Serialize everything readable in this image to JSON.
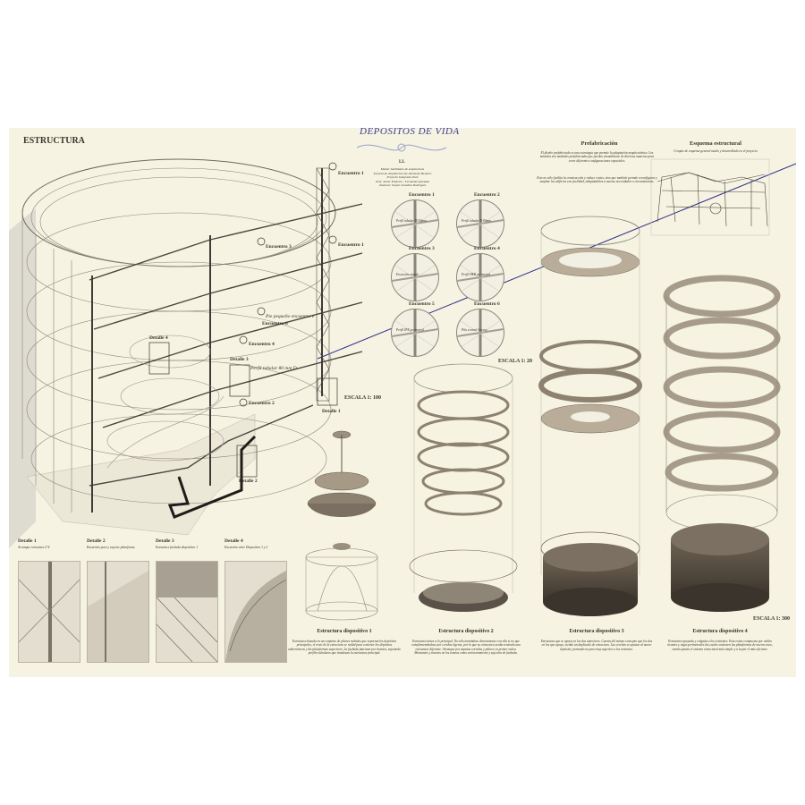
{
  "header": {
    "section_title": "ESTRUCTURA",
    "project_title": "DEPÓSITOS DE VIDA",
    "team_code": "LL",
    "credits": [
      "Máster habilitante de arquitectura",
      "Escuela de Arquitectura de Alcalá de Henares",
      "Proyecto Integrado 2024",
      "Prof. Javier Pinheiro - Fernando Quesada",
      "Alumnos: Sergio González Rodríguez"
    ]
  },
  "section_labels": {
    "detalle_4": "Detalle 4",
    "detalle_3": "Detalle 3",
    "detalle_2": "Detalle 2",
    "detalle_1": "Detalle 1",
    "encuentro_1": "Encuentro 1",
    "encuentro_2": "Encuentro 2",
    "encuentro_3": "Encuentro 3",
    "encuentro_4": "Encuentro 4",
    "encuentro_5": "Encuentro 5",
    "encuentro_6": "Encuentro 6",
    "perfil_tubular": "Perfil tubular 80 mm D",
    "pie_note": "Pie pequeño encuentro e",
    "escala_section": "ESCALA  1: 100"
  },
  "encuentros": [
    {
      "title": "Encuentro 1",
      "note": "Perfil tubular D150mm"
    },
    {
      "title": "Encuentro 2",
      "note": "Perfil tubular D 80mm"
    },
    {
      "title": "Encuentro 3",
      "note": "Encuentro simple"
    },
    {
      "title": "Encuentro 4",
      "note": "Perfil HEB perimetral"
    },
    {
      "title": "Encuentro 5",
      "note": "Perfil IPE perimetral"
    },
    {
      "title": "Encuentro 6",
      "note": "Pila central-Anexos"
    }
  ],
  "escala_encuentros": "ESCALA  1: 20",
  "prefabricacion": {
    "title": "Prefabricación",
    "text1": "El diseño prefabricado es una estrategia que permite la adaptación arquitectónica. Los módulos son unidades prefabricadas que pueden ensamblarse de diversas maneras para crear diferentes configuraciones espaciales.",
    "text2": "Esto no sólo facilita la construcción y reduce costes, sino que también permite reconfigurar y ampliar los edificios con facilidad, adaptándolos a nuevas necesidades o circunstancias."
  },
  "esquema": {
    "title": "Esquema estructural",
    "text": "Croquis de esquema general usado y desarrollado en el proyecto"
  },
  "details": [
    {
      "title": "Detalle 1",
      "caption": "Arranque estructura 2\"4"
    },
    {
      "title": "Detalle 2",
      "caption": "Encuentro pozo y soporte plataforma"
    },
    {
      "title": "Detalle 3",
      "caption": "Estructura fachada dispositivo 1"
    },
    {
      "title": "Detalle 4",
      "caption": "Encuentro entre Dispositivo 1 y 2"
    }
  ],
  "dispositivos": [
    {
      "title": "Estructura dispositivo 1",
      "text": "Estructura basada en un conjunto de pilares radiales que soportan los depósitos principales, el resto de la estructura se radial para contener los depósitos subterráneos y las plataformas superiores. La fachada funciona por tirantes, sujetando perfiles tubulares que trasdosan la estructura principal."
    },
    {
      "title": "Estructura dispositivo 2",
      "text": "Estructura única a lo principal. No sólo tomándose directamente con ella si no que complementándose por cerchas ligeras, por lo que su estructura acaba teniendo una estructura diferente. Arranque por zapatas corridas y pilares en primer orden. Montantes y tirantes en los tramos como arriostramiento y sujeción de fachada."
    },
    {
      "title": "Estructura dispositivo 3",
      "text": "Estructura que se apoya en los dos anteriores. Cuenta del mismo concepto que los dos en los que apoya, siendo un duplicado de estructura. Las cerchas se ajustan al nuevo depósito, portando un peso muy superior a los restantes."
    },
    {
      "title": "Estructura dispositivo 4",
      "text": "Estructura apoyada y colgada a los existentes. Esta existe compuesta por cables tirantes y vigas perimetrales las cuales sostienen las plataformas de nuevos usos, siendo quizás el sistema estructural más simple y a la par el más eficiente."
    }
  ],
  "escala_dispositivos": "ESCALA  1: 300",
  "colors": {
    "sheet": "#f6f3e2",
    "accent_line": "#2a2b8a",
    "title_blue": "#3f3f8c",
    "ring_fill": "#b9ad9a",
    "ring_dark": "#7c7063",
    "ink": "#3a352e"
  }
}
